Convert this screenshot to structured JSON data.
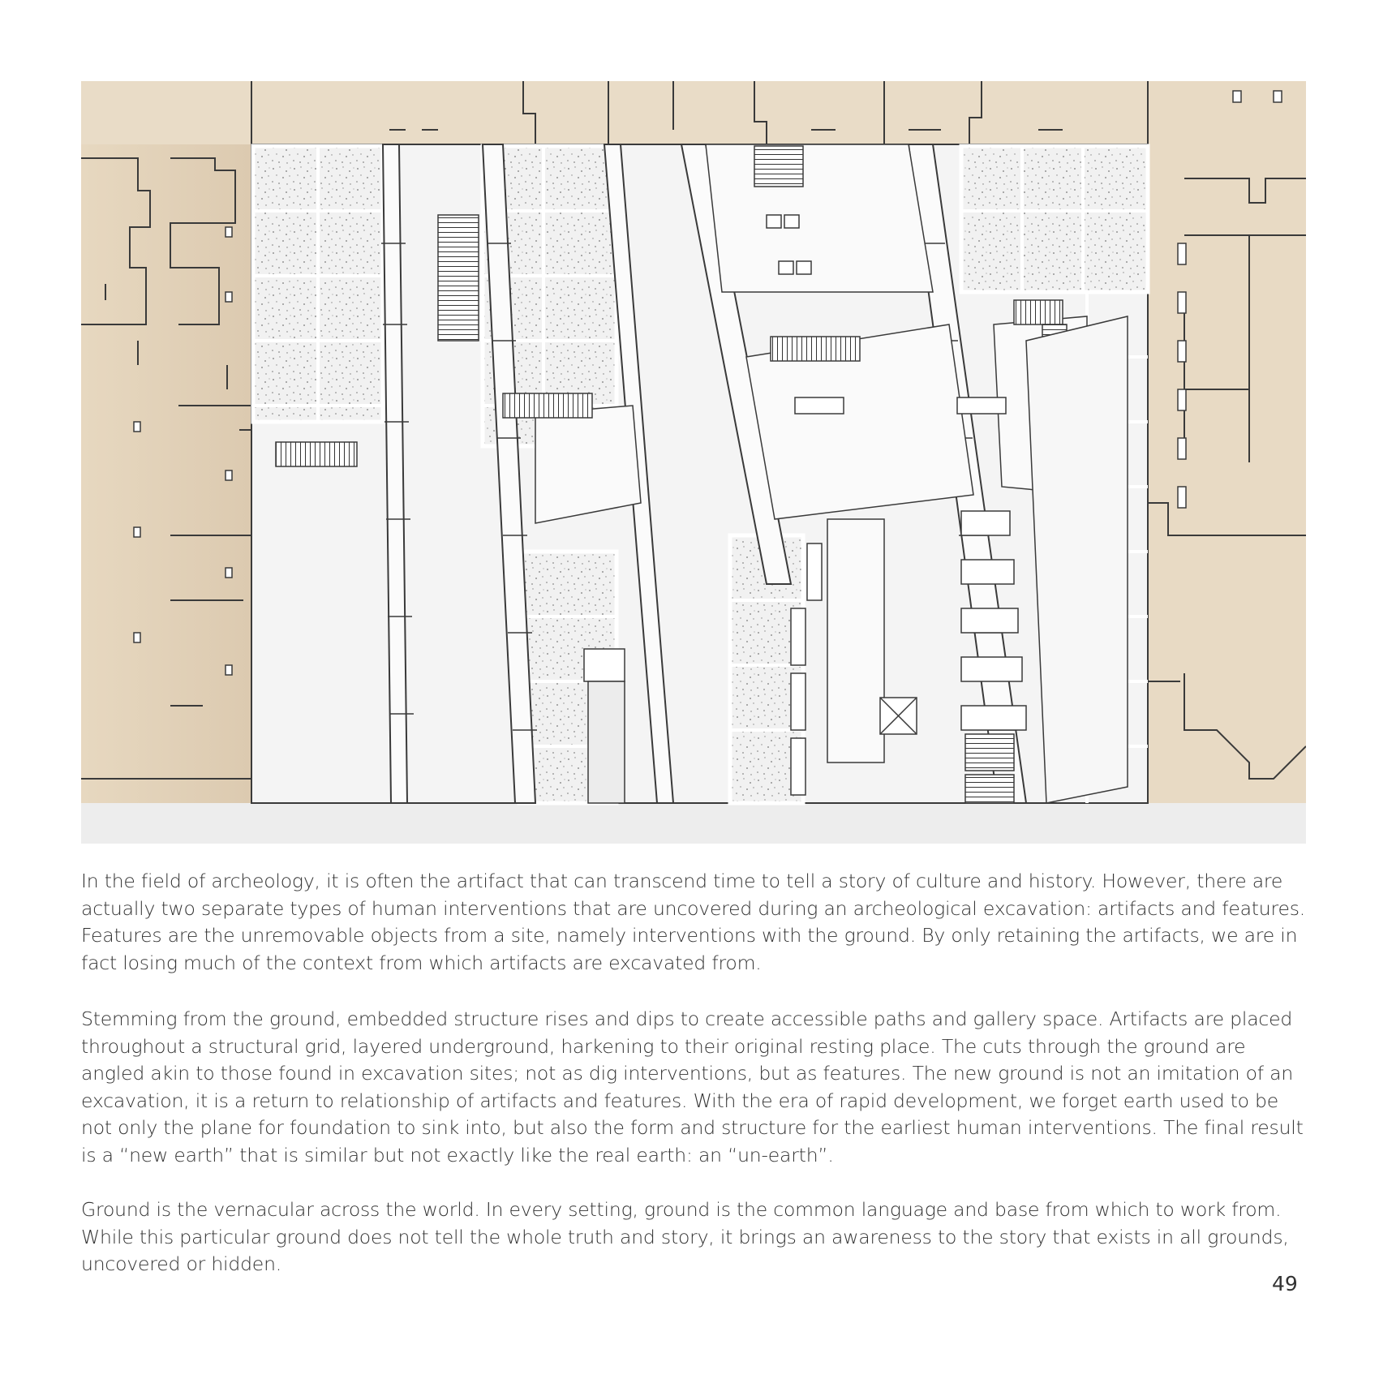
{
  "body": {
    "paragraphs": [
      "In the field of archeology, it is often the artifact that can transcend time to tell a story of culture and history. However, there are actually two separate types of human interventions that are uncovered during an archeological excavation: artifacts and features. Features are the unremovable objects from a site, namely interventions with the ground. By only retaining the artifacts, we are in fact losing much of the context from which artifacts are excavated from.",
      "Stemming from the ground, embedded structure rises and dips to create accessible paths and gallery space. Artifacts are placed throughout a structural grid, layered underground, harkening to their original resting place. The cuts through the ground are angled akin to those found in excavation sites; not as dig interventions, but as features. The new ground is not an imitation of an excavation, it is a return to relationship of artifacts and features. With the era of rapid development, we forget earth used to be not only the plane for foundation to sink into, but also the form and structure for the earliest human interventions. The final result is a “new earth” that is similar but not exactly like the real earth: an “un-earth”.",
      "Ground is the vernacular across the world. In every setting, ground is the common language and base from which to work from. While this particular ground does not tell the whole truth and story, it brings an awareness to the story that exists in all grounds, uncovered or hidden."
    ]
  },
  "page_number": "49",
  "colors": {
    "ground": "#e9dcc7",
    "ground_shadow": "#d9c8ae",
    "plan_floor": "#f3f3f3",
    "grid_line": "#ffffff",
    "wall": "#3a3a3a",
    "caption_band": "#ededed"
  }
}
